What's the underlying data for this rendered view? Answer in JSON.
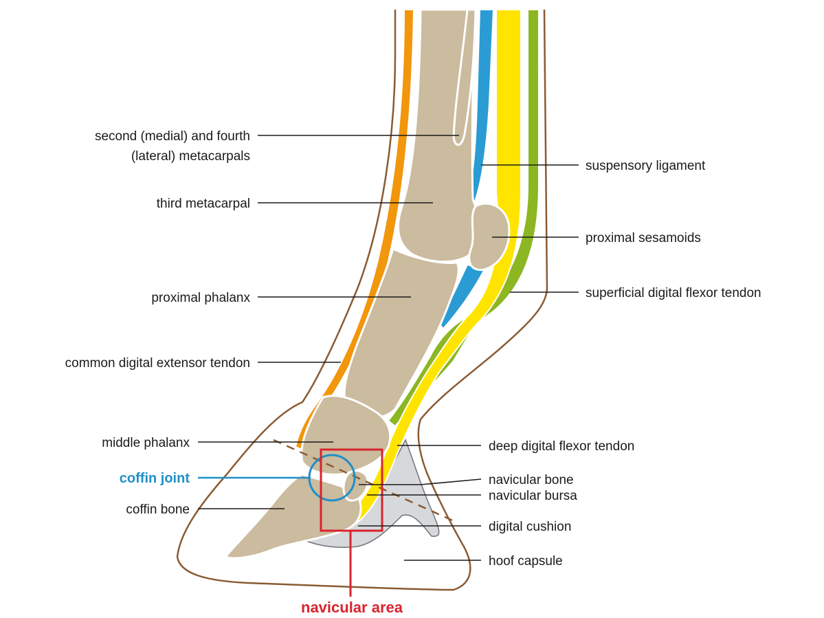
{
  "colors": {
    "bone": "#cbbb9f",
    "extensor_tendon": "#f2960c",
    "suspensory_ligament": "#2b9bd4",
    "deep_flexor": "#ffe400",
    "superficial_flexor": "#8cb622",
    "digital_cushion": "#d6d8db",
    "outline": "#8a5a32",
    "coffin_joint_highlight": "#1e90c8",
    "navicular_area_highlight": "#d9232e"
  },
  "labels": {
    "metacarpals_line1": "second (medial) and fourth",
    "metacarpals_line2": "(lateral) metacarpals",
    "third_metacarpal": "third metacarpal",
    "proximal_phalanx": "proximal phalanx",
    "common_digital_extensor_tendon": "common digital extensor tendon",
    "middle_phalanx": "middle phalanx",
    "coffin_joint": "coffin joint",
    "coffin_bone": "coffin bone",
    "suspensory_ligament": "suspensory ligament",
    "proximal_sesamoids": "proximal sesamoids",
    "superficial_digital_flexor_tendon": "superficial digital flexor tendon",
    "deep_digital_flexor_tendon": "deep digital flexor tendon",
    "navicular_bone": "navicular bone",
    "navicular_bursa": "navicular bursa",
    "digital_cushion": "digital cushion",
    "hoof_capsule": "hoof capsule",
    "navicular_area": "navicular area"
  }
}
